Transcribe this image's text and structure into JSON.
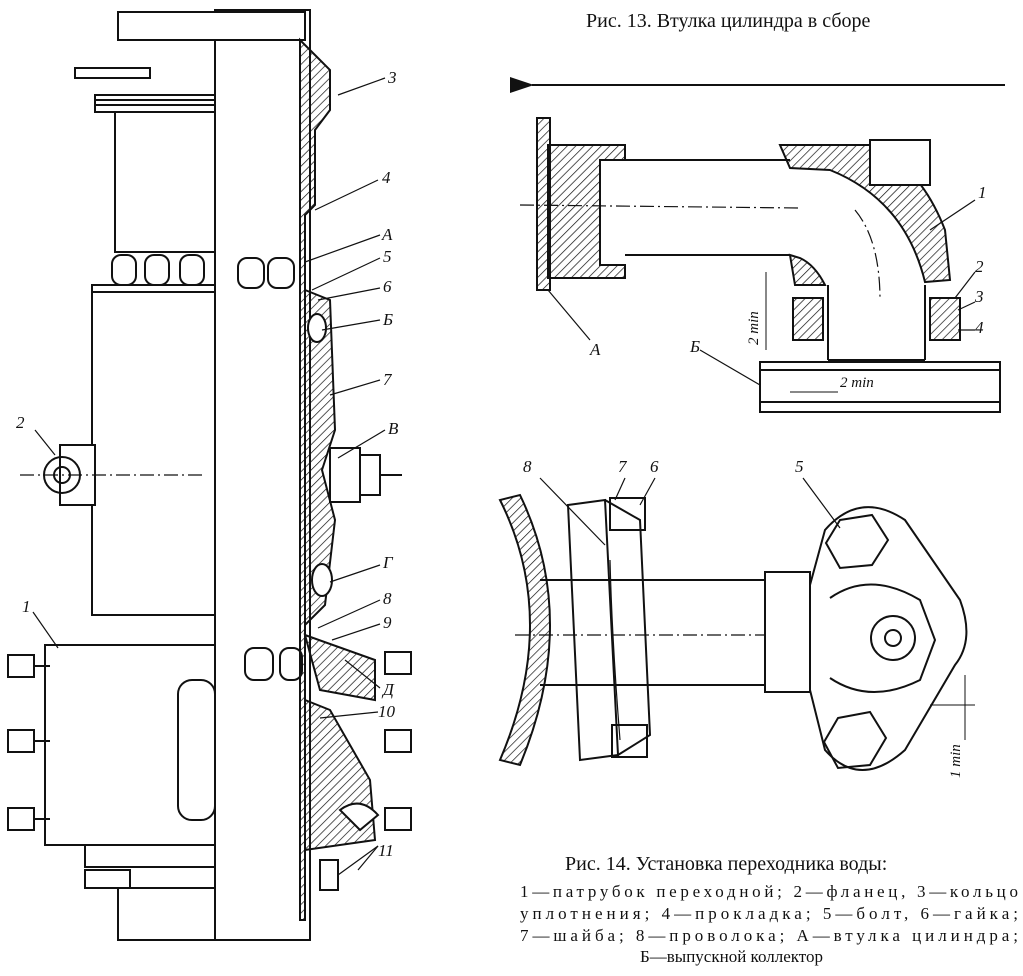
{
  "fig13": {
    "caption": "Рис. 13. Втулка цилиндра в сборе",
    "labels": [
      "3",
      "4",
      "А",
      "5",
      "6",
      "Б",
      "7",
      "В",
      "2",
      "Г",
      "8",
      "9",
      "Д",
      "10",
      "11",
      "1"
    ]
  },
  "fig14_top": {
    "labels": [
      "1",
      "2",
      "3",
      "4",
      "А",
      "Б"
    ],
    "dim_vertical": "2 min",
    "dim_horizontal": "2 min"
  },
  "fig14_bottom": {
    "labels": [
      "8",
      "7",
      "6",
      "5"
    ],
    "dim_vertical": "1 min"
  },
  "fig14": {
    "caption": "Рис. 14. Установка переходника воды:",
    "legend": [
      "1—патрубок переходной; 2—фланец, 3—кольцо",
      "уплотнения; 4—прокладка; 5—болт, 6—гайка;",
      "7—шайба; 8—проволока; А—втулка цилиндра;",
      "Б—выпускной коллектор"
    ]
  }
}
